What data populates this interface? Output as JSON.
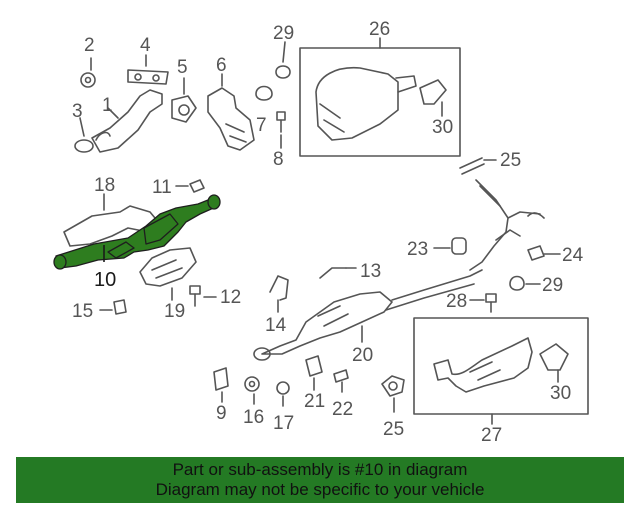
{
  "diagram": {
    "highlight_color": "#2e7d1f",
    "line_color": "#555555",
    "callouts": {
      "c1": "1",
      "c2": "2",
      "c3": "3",
      "c4": "4",
      "c5": "5",
      "c6": "6",
      "c7": "7",
      "c8": "8",
      "c9": "9",
      "c10": "10",
      "c11": "11",
      "c12": "12",
      "c13": "13",
      "c14": "14",
      "c15": "15",
      "c16": "16",
      "c17": "17",
      "c18": "18",
      "c19": "19",
      "c20": "20",
      "c21": "21",
      "c22": "22",
      "c23": "23",
      "c24": "24",
      "c25a": "25",
      "c25b": "25",
      "c26": "26",
      "c27": "27",
      "c28": "28",
      "c29a": "29",
      "c29b": "29",
      "c30a": "30",
      "c30b": "30"
    }
  },
  "banner": {
    "line1": "Part or sub-assembly is #10 in diagram",
    "line2": "Diagram may not be specific to your vehicle",
    "background": "#247a24"
  }
}
